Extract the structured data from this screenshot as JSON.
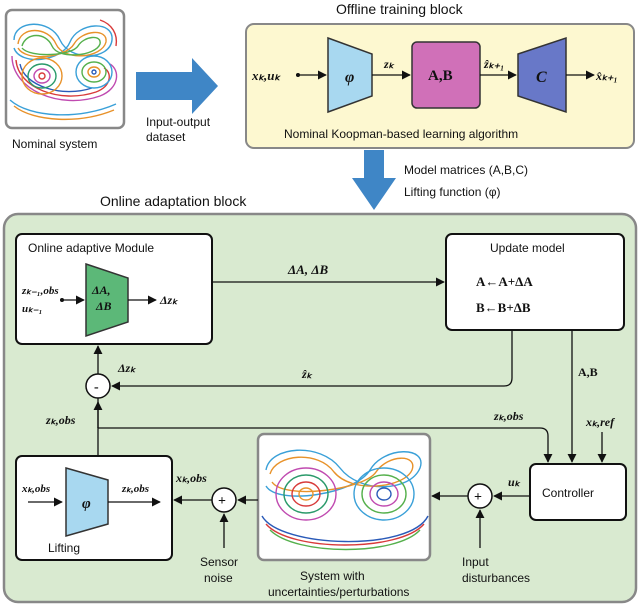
{
  "nominal": {
    "label": "Nominal system"
  },
  "dataset": {
    "line1": "Input-output",
    "line2": "dataset"
  },
  "offline": {
    "title": "Offline training block",
    "footer": "Nominal Koopman-based learning algorithm",
    "input": "xₖ,uₖ",
    "phi": "φ",
    "z": "zₖ",
    "ab": "A,B",
    "zhat": "ẑₖ₊₁",
    "c": "C",
    "xhat": "x̂ₖ₊₁"
  },
  "model": {
    "line1": "Model matrices (A,B,C)",
    "line2": "Lifting function (φ)"
  },
  "online": {
    "title": "Online adaptation block"
  },
  "adaptive": {
    "title": "Online adaptive Module",
    "in1": "zₖ₋₁,obs",
    "in2": "uₖ₋₁",
    "block1": "ΔA,",
    "block2": "ΔB",
    "out": "Δzₖ"
  },
  "update": {
    "title": "Update model",
    "eq1": "A←A+ΔA",
    "eq2": "B←B+ΔB"
  },
  "signals": {
    "dab": "ΔA, ΔB",
    "dz": "Δzₖ",
    "zhat": "ẑₖ",
    "ab": "A,B",
    "zobs_left": "zₖ,obs",
    "zobs_right": "zₖ,obs",
    "xref": "xₖ,ref",
    "uk": "uₖ",
    "xobs": "xₖ,obs",
    "minus": "-",
    "plus": "+"
  },
  "lifting": {
    "title": "Lifting",
    "in": "xₖ,obs",
    "phi": "φ",
    "out": "zₖ,obs"
  },
  "controller": {
    "label": "Controller"
  },
  "system": {
    "line1": "System with",
    "line2": "uncertainties/perturbations"
  },
  "sensor": {
    "line1": "Sensor",
    "line2": "noise"
  },
  "disturb": {
    "line1": "Input",
    "line2": "disturbances"
  },
  "colors": {
    "offline_bg": "#fdf8d0",
    "online_bg": "#d9ead0",
    "phi_fill": "#a8d8f0",
    "ab_fill": "#d070b8",
    "c_fill": "#6878c8",
    "adapt_fill": "#5cb878",
    "arrow_blue": "#3f86c6"
  }
}
